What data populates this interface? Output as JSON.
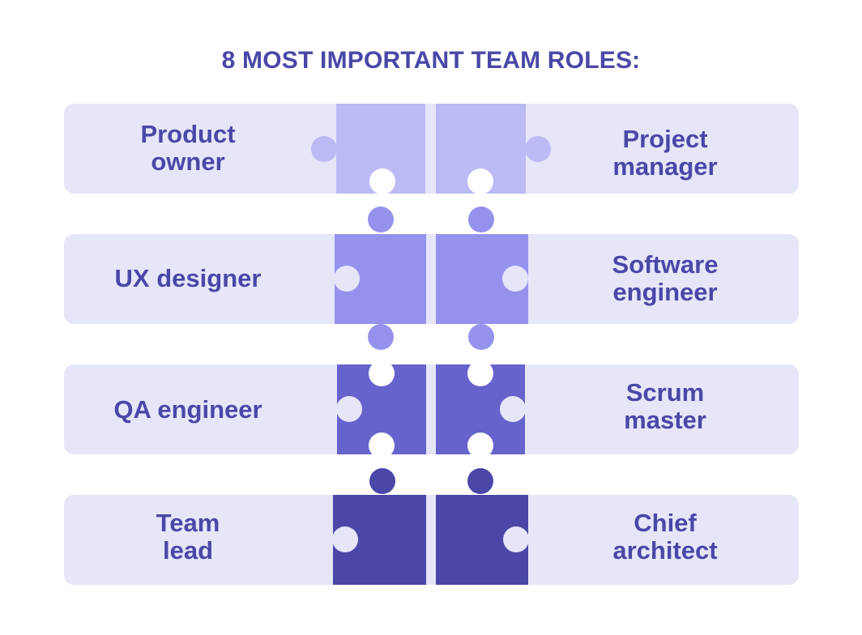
{
  "title": "8 MOST IMPORTANT TEAM ROLES:",
  "colors": {
    "text": "#4a47a8",
    "row_background": "#e6e6f9",
    "piece_row1": "#bbbaf5",
    "piece_row2": "#9592ee",
    "piece_row3": "#6663cd",
    "piece_row4": "#4a47a8"
  },
  "rows": [
    {
      "left": "Product\nowner",
      "right": "Project\nmanager"
    },
    {
      "left": "UX designer",
      "right": "Software\nengineer"
    },
    {
      "left": "QA engineer",
      "right": "Scrum\nmaster"
    },
    {
      "left": "Team\nlead",
      "right": "Chief\narchitect"
    }
  ]
}
